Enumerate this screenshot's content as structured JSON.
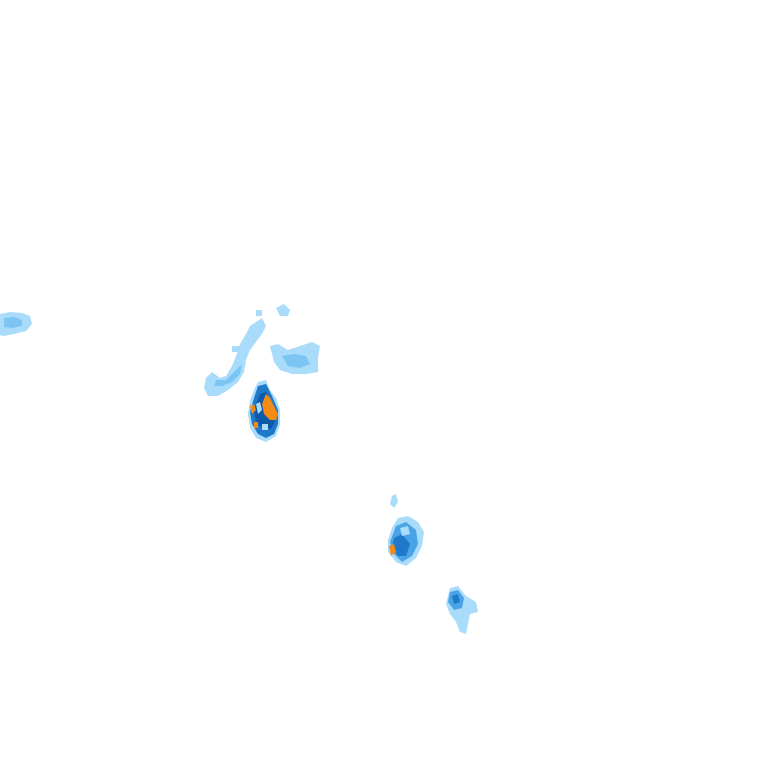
{
  "map": {
    "type": "precipitation-radar-overlay",
    "background_color": "#ffffff",
    "intensity_colors": {
      "light": "#a9dcfa",
      "light_medium": "#7cc5f2",
      "medium": "#4aa3e6",
      "heavy": "#1f78c8",
      "very_heavy": "#0f5aa8",
      "extreme": "#f28c14"
    },
    "cells": [
      {
        "name": "far-west-cell",
        "max_intensity": "light_medium"
      },
      {
        "name": "northern-band",
        "max_intensity": "light_medium"
      },
      {
        "name": "northeast-patch",
        "max_intensity": "light_medium"
      },
      {
        "name": "main-storm-cell",
        "max_intensity": "extreme"
      },
      {
        "name": "southern-cell",
        "max_intensity": "extreme"
      },
      {
        "name": "southeast-cell",
        "max_intensity": "heavy"
      }
    ]
  }
}
